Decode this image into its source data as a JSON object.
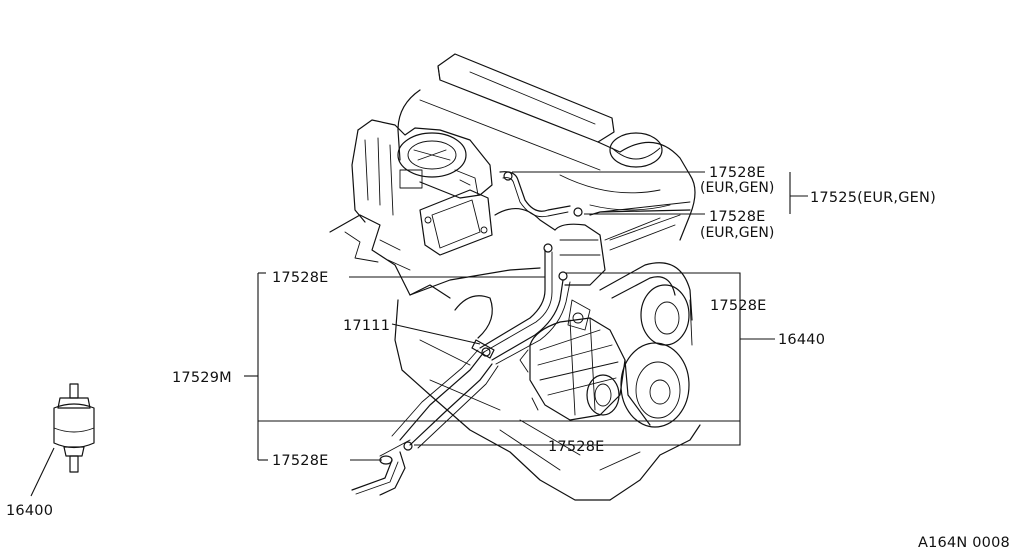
{
  "diagram": {
    "code": "A164N 0008",
    "labels": {
      "hose_clip_top": "17528E",
      "hose_clip_top_note": "(EUR,GEN)",
      "hose_clip_mid": "17528E",
      "hose_clip_mid_note": "(EUR,GEN)",
      "hose_assembly": "17525(EUR,GEN)",
      "hose_clip_left": "17528E",
      "hose_clip_right": "17528E",
      "pipe_clamp": "17111",
      "fuel_pump": "16440",
      "fuel_hose_set": "17529M",
      "hose_clip_bottom_left": "17528E",
      "hose_clip_bottom_right": "17528E",
      "fuel_filter": "16400"
    }
  }
}
